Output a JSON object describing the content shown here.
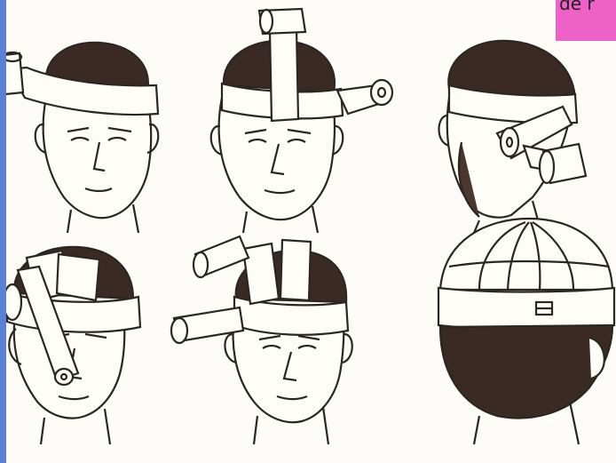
{
  "caption": {
    "text": "de r"
  },
  "colors": {
    "background": "#fdfcf8",
    "ink": "#2a2622",
    "hair": "#3b2a23",
    "accent_left_bar": "#5a7fd6",
    "caption_bg": "#ee62c7"
  },
  "panels": [
    {
      "name": "step-1-circular-turn",
      "view": "front"
    },
    {
      "name": "step-2-vertical-turn",
      "view": "front"
    },
    {
      "name": "step-3-back-view",
      "view": "back-side"
    },
    {
      "name": "step-4-overlap-turns",
      "view": "side"
    },
    {
      "name": "step-5-rolls-crossing",
      "view": "front"
    },
    {
      "name": "step-6-finished-cap",
      "view": "back"
    }
  ]
}
